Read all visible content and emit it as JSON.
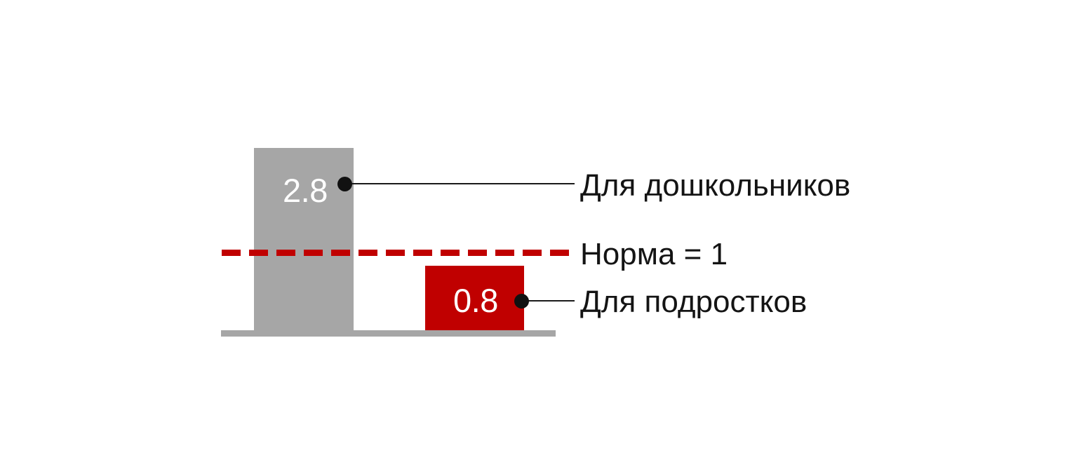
{
  "chart_data": {
    "type": "bar",
    "title": "",
    "subtitle": "",
    "xlabel": "",
    "ylabel": "",
    "orientation": "vertical",
    "categories": [
      "Для дошкольников",
      "Для подростков"
    ],
    "values": [
      2.8,
      0.8
    ],
    "value_labels": [
      "2.8",
      "0.8"
    ],
    "series": [
      {
        "name": "",
        "values": [
          2.8,
          0.8
        ],
        "colors": [
          "#a6a6a6",
          "#c00000"
        ]
      }
    ],
    "reference_line": {
      "label": "Норма = 1",
      "value": 1,
      "style": "dashed",
      "color": "#c00000"
    },
    "ylim": [
      0,
      3.0
    ],
    "grid": false,
    "legend": "right-callouts",
    "annotations": [
      {
        "text": "Для дошкольников",
        "target_value": 2.8
      },
      {
        "text": "Норма = 1",
        "target_value": 1
      },
      {
        "text": "Для подростков",
        "target_value": 0.8
      }
    ]
  },
  "bars": {
    "preschool": {
      "value_label": "2.8",
      "callout_label": "Для дошкольников",
      "color": "#a6a6a6"
    },
    "teen": {
      "value_label": "0.8",
      "callout_label": "Для подростков",
      "color": "#c00000"
    }
  },
  "norm": {
    "label": "Норма = 1",
    "color": "#c00000"
  },
  "colors": {
    "background": "#ffffff",
    "gray_bar": "#a6a6a6",
    "red_bar": "#c00000",
    "norm_line": "#c00000",
    "text": "#141414",
    "value_text": "#ffffff",
    "leader": "#1a1a1a",
    "baseline": "#a6a6a6"
  }
}
